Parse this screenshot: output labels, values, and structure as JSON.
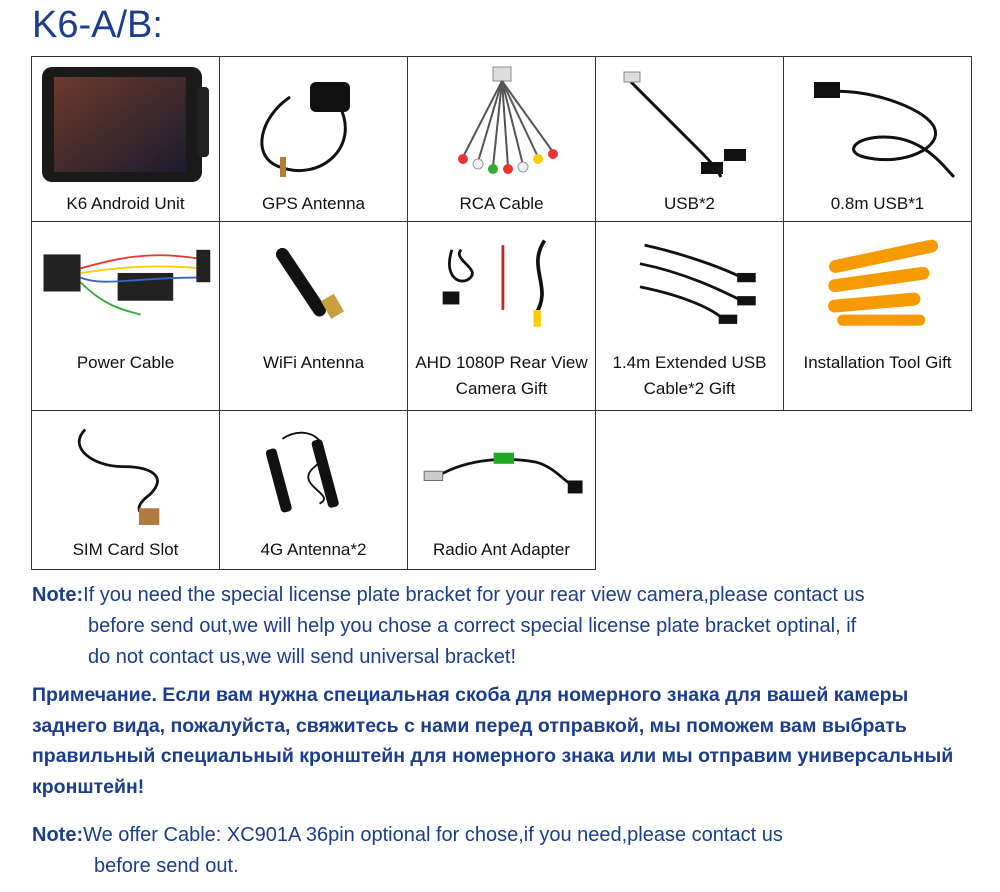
{
  "title": "K6-A/B:",
  "items": [
    {
      "label": "K6 Android Unit",
      "icon": "android-unit-icon"
    },
    {
      "label": "GPS Antenna",
      "icon": "gps-antenna-icon"
    },
    {
      "label": "RCA Cable",
      "icon": "rca-cable-icon"
    },
    {
      "label": "USB*2",
      "icon": "usb-cable-icon"
    },
    {
      "label": "0.8m USB*1",
      "icon": "usb-cable-icon"
    },
    {
      "label": "Power Cable",
      "icon": "power-cable-icon"
    },
    {
      "label": "WiFi Antenna",
      "icon": "wifi-antenna-icon"
    },
    {
      "label": "AHD 1080P Rear View Camera Gift",
      "icon": "rear-camera-icon"
    },
    {
      "label": "1.4m Extended USB Cable*2 Gift",
      "icon": "usb-extension-icon"
    },
    {
      "label": "Installation Tool Gift",
      "icon": "pry-tools-icon"
    },
    {
      "label": "SIM Card Slot",
      "icon": "sim-slot-icon"
    },
    {
      "label": "4G Antenna*2",
      "icon": "4g-antenna-icon"
    },
    {
      "label": "Radio Ant Adapter",
      "icon": "radio-adapter-icon"
    }
  ],
  "note1": {
    "prefix": "Note:",
    "line1": "If you need the special license plate bracket for your rear view camera,please contact us",
    "line2": "before send out,we will help you chose a correct special license plate bracket optinal, if",
    "line3": "do not contact us,we will send universal bracket!"
  },
  "note_ru": "Примечание. Если вам нужна специальная скоба для номерного знака для вашей камеры заднего вида, пожалуйста, свяжитесь с нами перед отправкой, мы поможем вам выбрать правильный специальный кронштейн для номерного знака или мы отправим универсальный кронштейн!",
  "note2": {
    "prefix": "Note:",
    "line1": "We offer Cable: XC901A 36pin optional for chose,if you need,please contact us",
    "line2": "before send out."
  }
}
